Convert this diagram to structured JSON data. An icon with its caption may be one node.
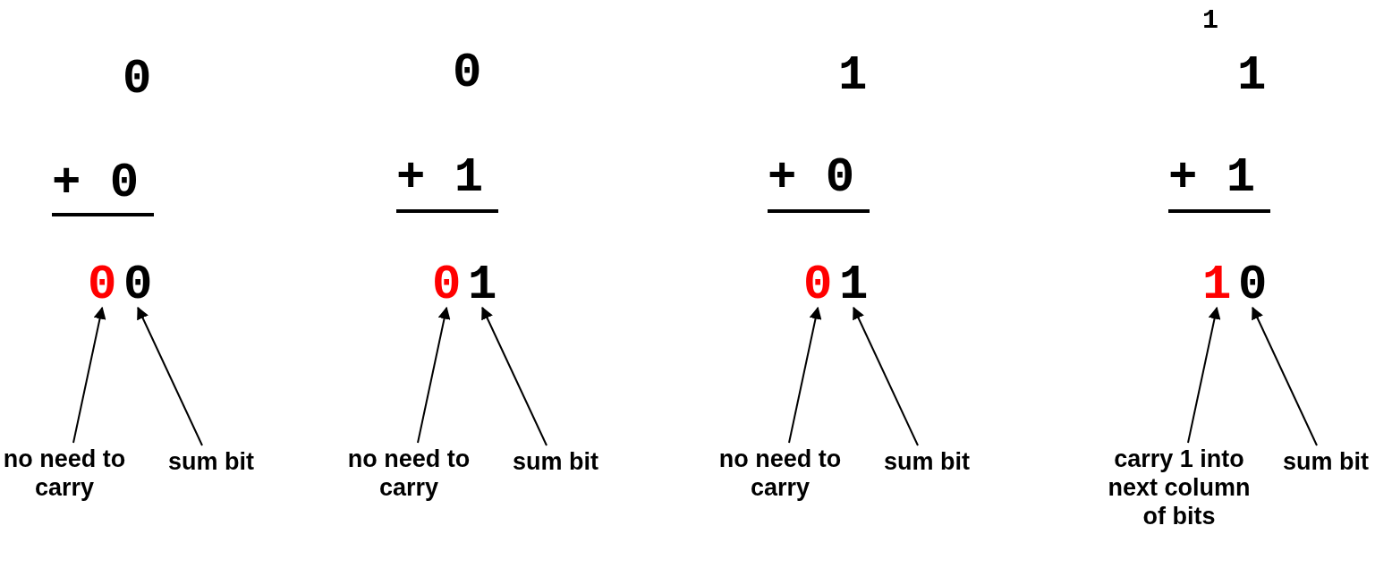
{
  "diagram": {
    "nodes": [
      {
        "text": [
          "0"
        ]
      },
      {
        "text": [
          "0"
        ]
      },
      {
        "text": [
          "no need to carry"
        ]
      },
      {
        "text": [
          "sum bit"
        ]
      },
      {
        "text": [
          "0"
        ]
      },
      {
        "text": [
          "1"
        ]
      },
      {
        "text": [
          "no need to carry"
        ]
      },
      {
        "text": [
          "sum bit"
        ]
      },
      {
        "text": [
          "0"
        ]
      },
      {
        "text": [
          "1"
        ]
      },
      {
        "text": [
          "no need to carry"
        ]
      },
      {
        "text": [
          "sum bit"
        ]
      },
      {
        "text": [
          "1"
        ]
      },
      {
        "text": [
          "0"
        ]
      },
      {
        "text": [
          "carry 1 into next column of bits"
        ]
      },
      {
        "text": [
          "sum bit"
        ]
      }
    ],
    "edges": [
      {
        "from": 2,
        "to": 0,
        "arrow": "to"
      },
      {
        "from": 3,
        "to": 1,
        "arrow": "to"
      },
      {
        "from": 6,
        "to": 4,
        "arrow": "to"
      },
      {
        "from": 7,
        "to": 5,
        "arrow": "to"
      },
      {
        "from": 10,
        "to": 8,
        "arrow": "to"
      },
      {
        "from": 11,
        "to": 9,
        "arrow": "to"
      },
      {
        "from": 14,
        "to": 12,
        "arrow": "to"
      },
      {
        "from": 15,
        "to": 13,
        "arrow": "to"
      }
    ],
    "labels": [
      "0",
      "+ 0",
      "0",
      "+ 1",
      "1",
      "+ 0",
      "1",
      "1",
      "+ 1"
    ]
  }
}
